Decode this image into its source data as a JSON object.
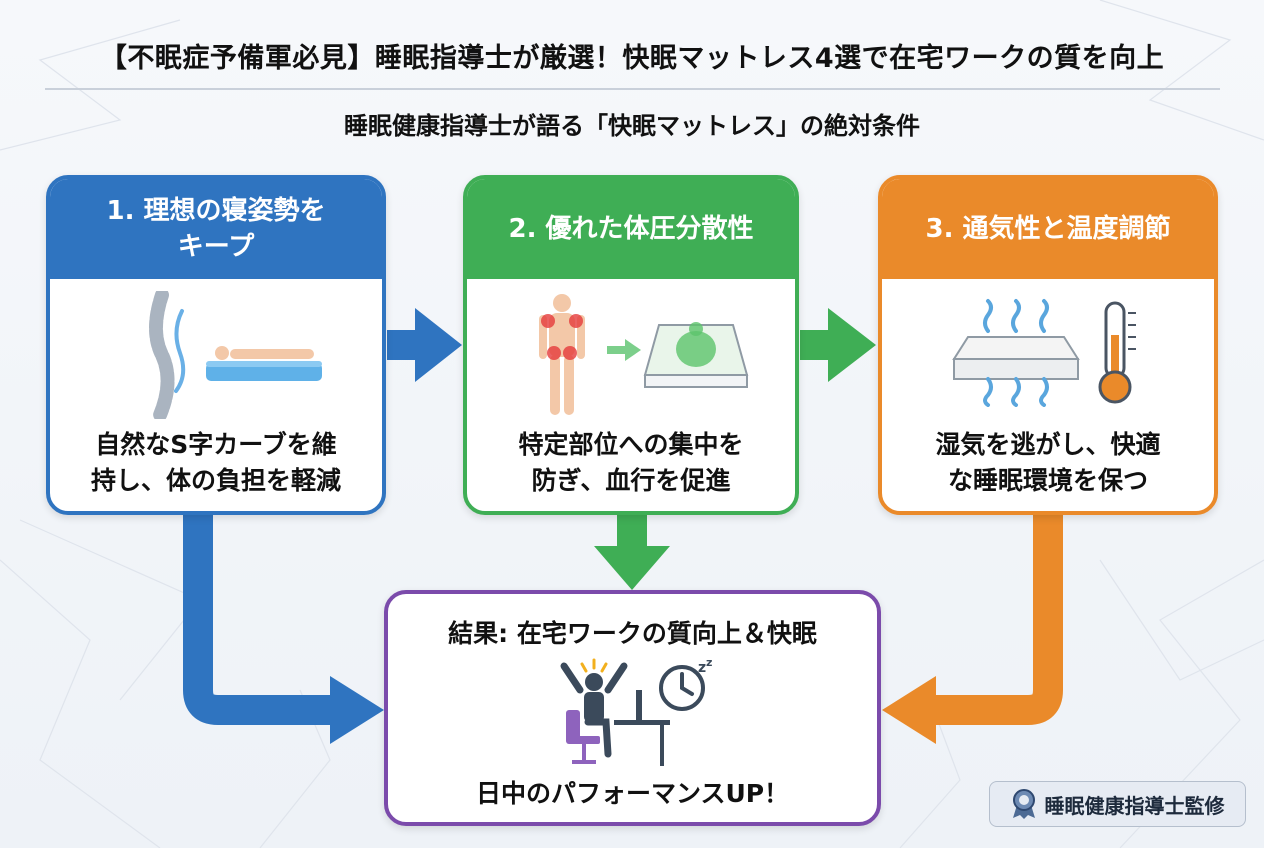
{
  "title": "【不眠症予備軍必見】睡眠指導士が厳選！快眠マットレス4選で在宅ワークの質を向上",
  "subtitle": "睡眠健康指導士が語る「快眠マットレス」の絶対条件",
  "cards": [
    {
      "heading": "1. 理想の寝姿勢を\nキープ",
      "description": "自然なS字カーブを維\n持し、体の負担を軽減"
    },
    {
      "heading": "2. 優れた体圧分散性",
      "description": "特定部位への集中を\n防ぎ、血行を促進"
    },
    {
      "heading": "3. 通気性と温度調節",
      "description": "湿気を逃がし、快適\nな睡眠環境を保つ"
    }
  ],
  "result": {
    "title": "結果: 在宅ワークの質向上＆快眠",
    "footer": "日中のパフォーマンスUP！"
  },
  "badge": {
    "label": "睡眠健康指導士監修",
    "icon": "award-ribbon-icon"
  },
  "colors": {
    "blue": "#2f74c0",
    "green": "#3fae55",
    "orange": "#ea8a2a",
    "purple": "#7b4bab"
  }
}
